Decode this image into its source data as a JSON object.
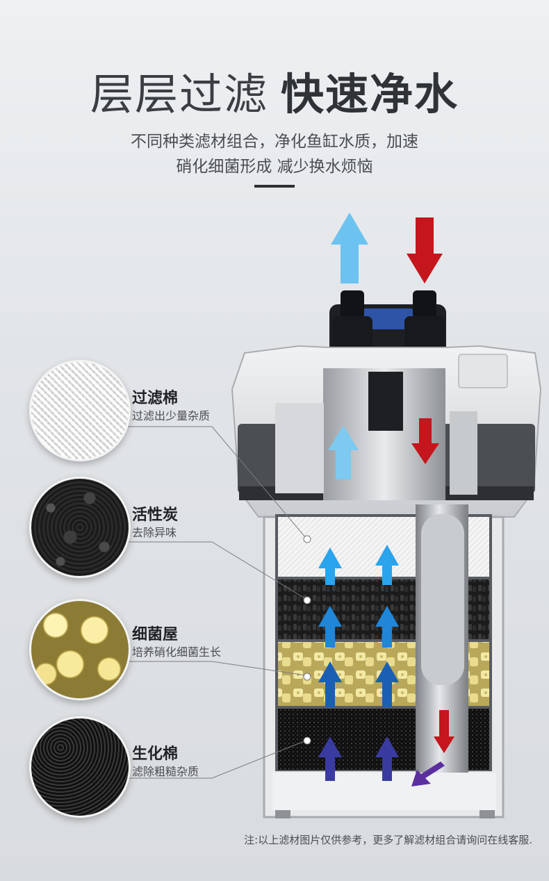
{
  "headline": {
    "light": "层层过滤",
    "bold": "快速净水"
  },
  "subtitle": {
    "line1": "不同种类滤材组合，净化鱼缸水质，加速",
    "line2": "硝化细菌形成 减少换水烦恼"
  },
  "layers": [
    {
      "title": "过滤棉",
      "desc": "过滤出少量杂质"
    },
    {
      "title": "活性炭",
      "desc": "去除异味"
    },
    {
      "title": "细菌屋",
      "desc": "培养硝化细菌生长"
    },
    {
      "title": "生化棉",
      "desc": "滤除粗糙杂质"
    }
  ],
  "footnote": "注:以上滤材图片仅供参考，更多了解滤材组合请询问在线客服.",
  "colors": {
    "arrow_out": "#6cc3f0",
    "arrow_in": "#c4161c",
    "water_up": "#1f7fd0",
    "water_up_bottom": "#3a3ba0"
  }
}
